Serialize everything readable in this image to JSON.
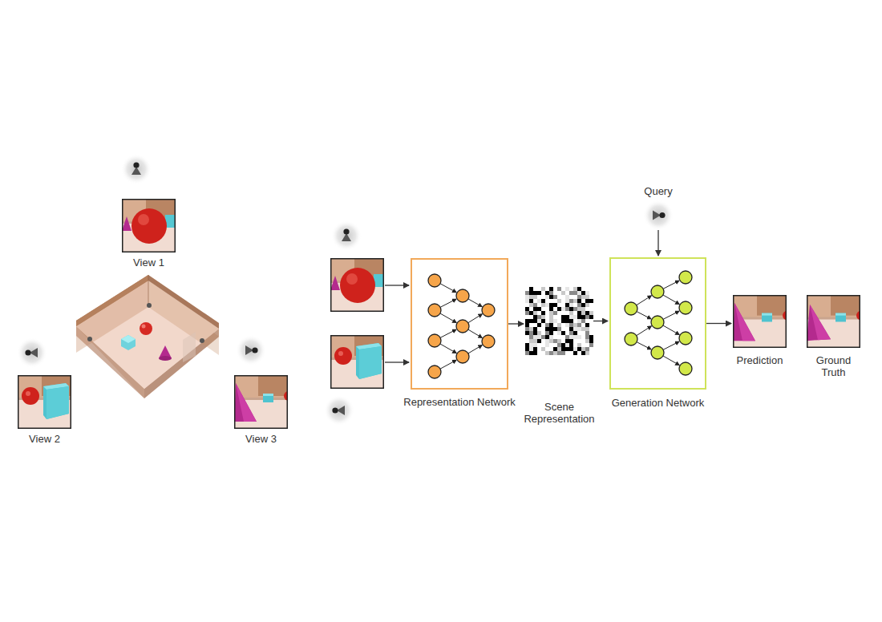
{
  "diagram": {
    "nodes": [
      {
        "text": [
          "View 1"
        ]
      },
      {
        "text": [
          "View 2"
        ]
      },
      {
        "text": [
          "View 3"
        ]
      },
      {
        "text": [
          "Representation Network"
        ]
      },
      {
        "text": [
          "Scene Representation"
        ]
      },
      {
        "text": [
          "Query"
        ]
      },
      {
        "text": [
          "Generation Network"
        ]
      },
      {
        "text": [
          "Prediction"
        ]
      },
      {
        "text": [
          "Ground Truth"
        ]
      }
    ],
    "edges": [
      {
        "from": 3,
        "to": 4,
        "arrow": "to"
      },
      {
        "from": 4,
        "to": 6,
        "arrow": "to"
      },
      {
        "from": 5,
        "to": 6,
        "arrow": "to"
      },
      {
        "from": 6,
        "to": 7,
        "arrow": "to"
      }
    ]
  }
}
